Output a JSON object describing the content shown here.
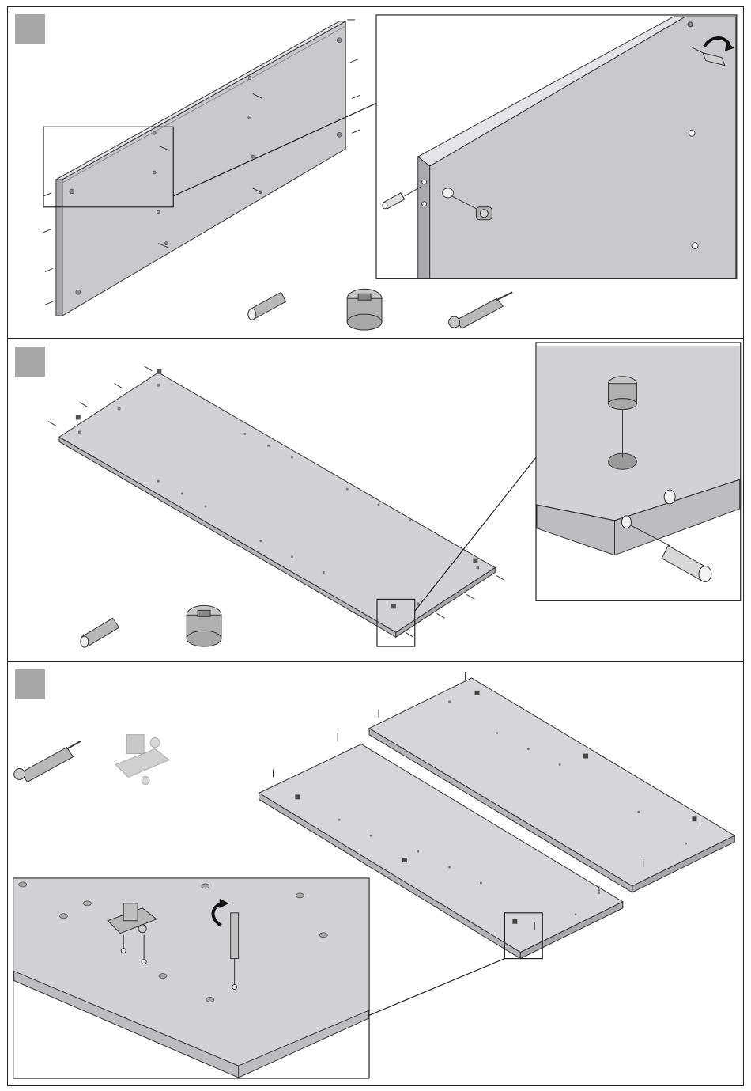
{
  "page": {
    "title": "",
    "background": "#ffffff"
  },
  "colors": {
    "panel_face": "#c9c9cb",
    "panel_edge": "#e4e4e6",
    "panel_side": "#a9a9ab",
    "badge": "#a7a7a7",
    "line": "#222222",
    "hardware": "#b0b0b0"
  },
  "steps": [
    {
      "number": "",
      "parts": [
        "wooden-dowel",
        "cam-lock",
        "cam-bolt"
      ],
      "detail": "panel-edge-dowel-and-bolt"
    },
    {
      "number": "",
      "parts": [
        "wooden-dowel",
        "cam-lock"
      ],
      "detail": "shelf-cam-lock-and-dowel"
    },
    {
      "number": "",
      "parts": [
        "cam-bolt",
        "hinge-plate"
      ],
      "detail": "door-hinge-and-bolt"
    }
  ]
}
